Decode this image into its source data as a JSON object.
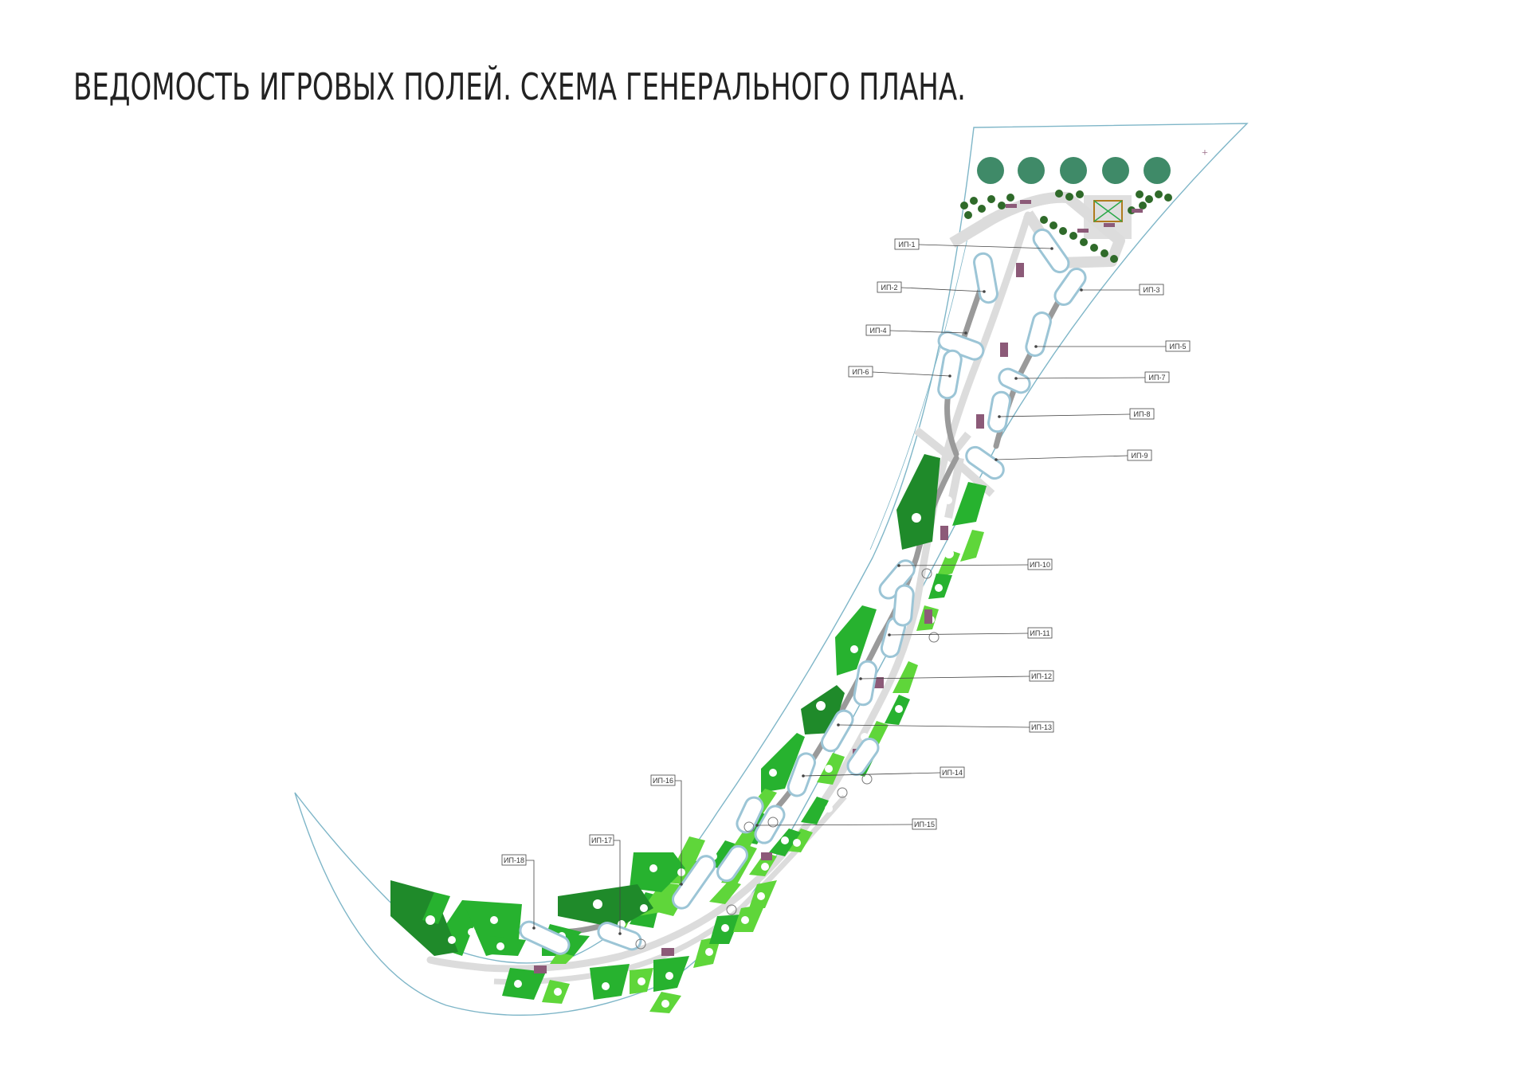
{
  "title": "ВЕДОМОСТЬ ИГРОВЫХ ПОЛЕЙ. СХЕМА ГЕНЕРАЛЬНОГО ПЛАНА.",
  "colors": {
    "boundary": "#7fb6c8",
    "path_main": "#dcdcdc",
    "path_secondary": "#9a9a9a",
    "field_fill": "#ffffff",
    "field_stroke": "#9cc5d6",
    "green_dark": "#1f8a2a",
    "green_mid": "#27b22f",
    "green_light": "#5fd63a",
    "tree": "#3f8a68",
    "shrub": "#2f6a2a",
    "marker": "#8c5a78"
  },
  "fields": [
    {
      "id": "ip1",
      "label": "ИП-1"
    },
    {
      "id": "ip2",
      "label": "ИП-2"
    },
    {
      "id": "ip3",
      "label": "ИП-3"
    },
    {
      "id": "ip4",
      "label": "ИП-4"
    },
    {
      "id": "ip5",
      "label": "ИП-5"
    },
    {
      "id": "ip6",
      "label": "ИП-6"
    },
    {
      "id": "ip7",
      "label": "ИП-7"
    },
    {
      "id": "ip8",
      "label": "ИП-8"
    },
    {
      "id": "ip9",
      "label": "ИП-9"
    },
    {
      "id": "ip10",
      "label": "ИП-10"
    },
    {
      "id": "ip11",
      "label": "ИП-11"
    },
    {
      "id": "ip12",
      "label": "ИП-12"
    },
    {
      "id": "ip13",
      "label": "ИП-13"
    },
    {
      "id": "ip14",
      "label": "ИП-14"
    },
    {
      "id": "ip15",
      "label": "ИП-15"
    },
    {
      "id": "ip16",
      "label": "ИП-16"
    },
    {
      "id": "ip17",
      "label": "ИП-17"
    },
    {
      "id": "ip18",
      "label": "ИП-18"
    }
  ]
}
